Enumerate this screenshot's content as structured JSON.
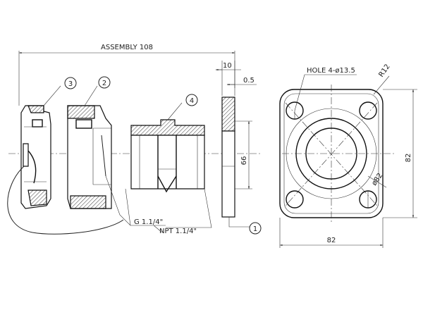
{
  "dimensions": {
    "assembly": "ASSEMBLY 108",
    "flange_thickness": "10",
    "gasket": "0.5",
    "flange_inner": "66",
    "hole": "HOLE 4-ø13.5",
    "radius": "R12",
    "bolt_circle": "ø82",
    "width": "82",
    "height": "82"
  },
  "threads": {
    "g": "G 1.1/4\"",
    "npt": "NPT 1.1/4\""
  },
  "balloons": {
    "b1": "1",
    "b2": "2",
    "b3": "3",
    "b4": "4"
  }
}
